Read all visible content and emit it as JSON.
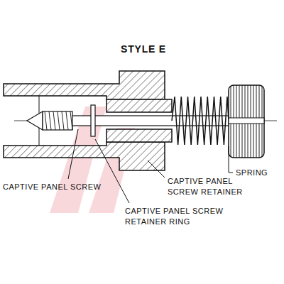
{
  "diagram": {
    "title": "STYLE E",
    "labels": [
      "CAPTIVE PANEL SCREW",
      "CAPTIVE PANEL SCREW RETAINER",
      "CAPTIVE PANEL SCREW RETAINER RING",
      "SPRING"
    ]
  }
}
